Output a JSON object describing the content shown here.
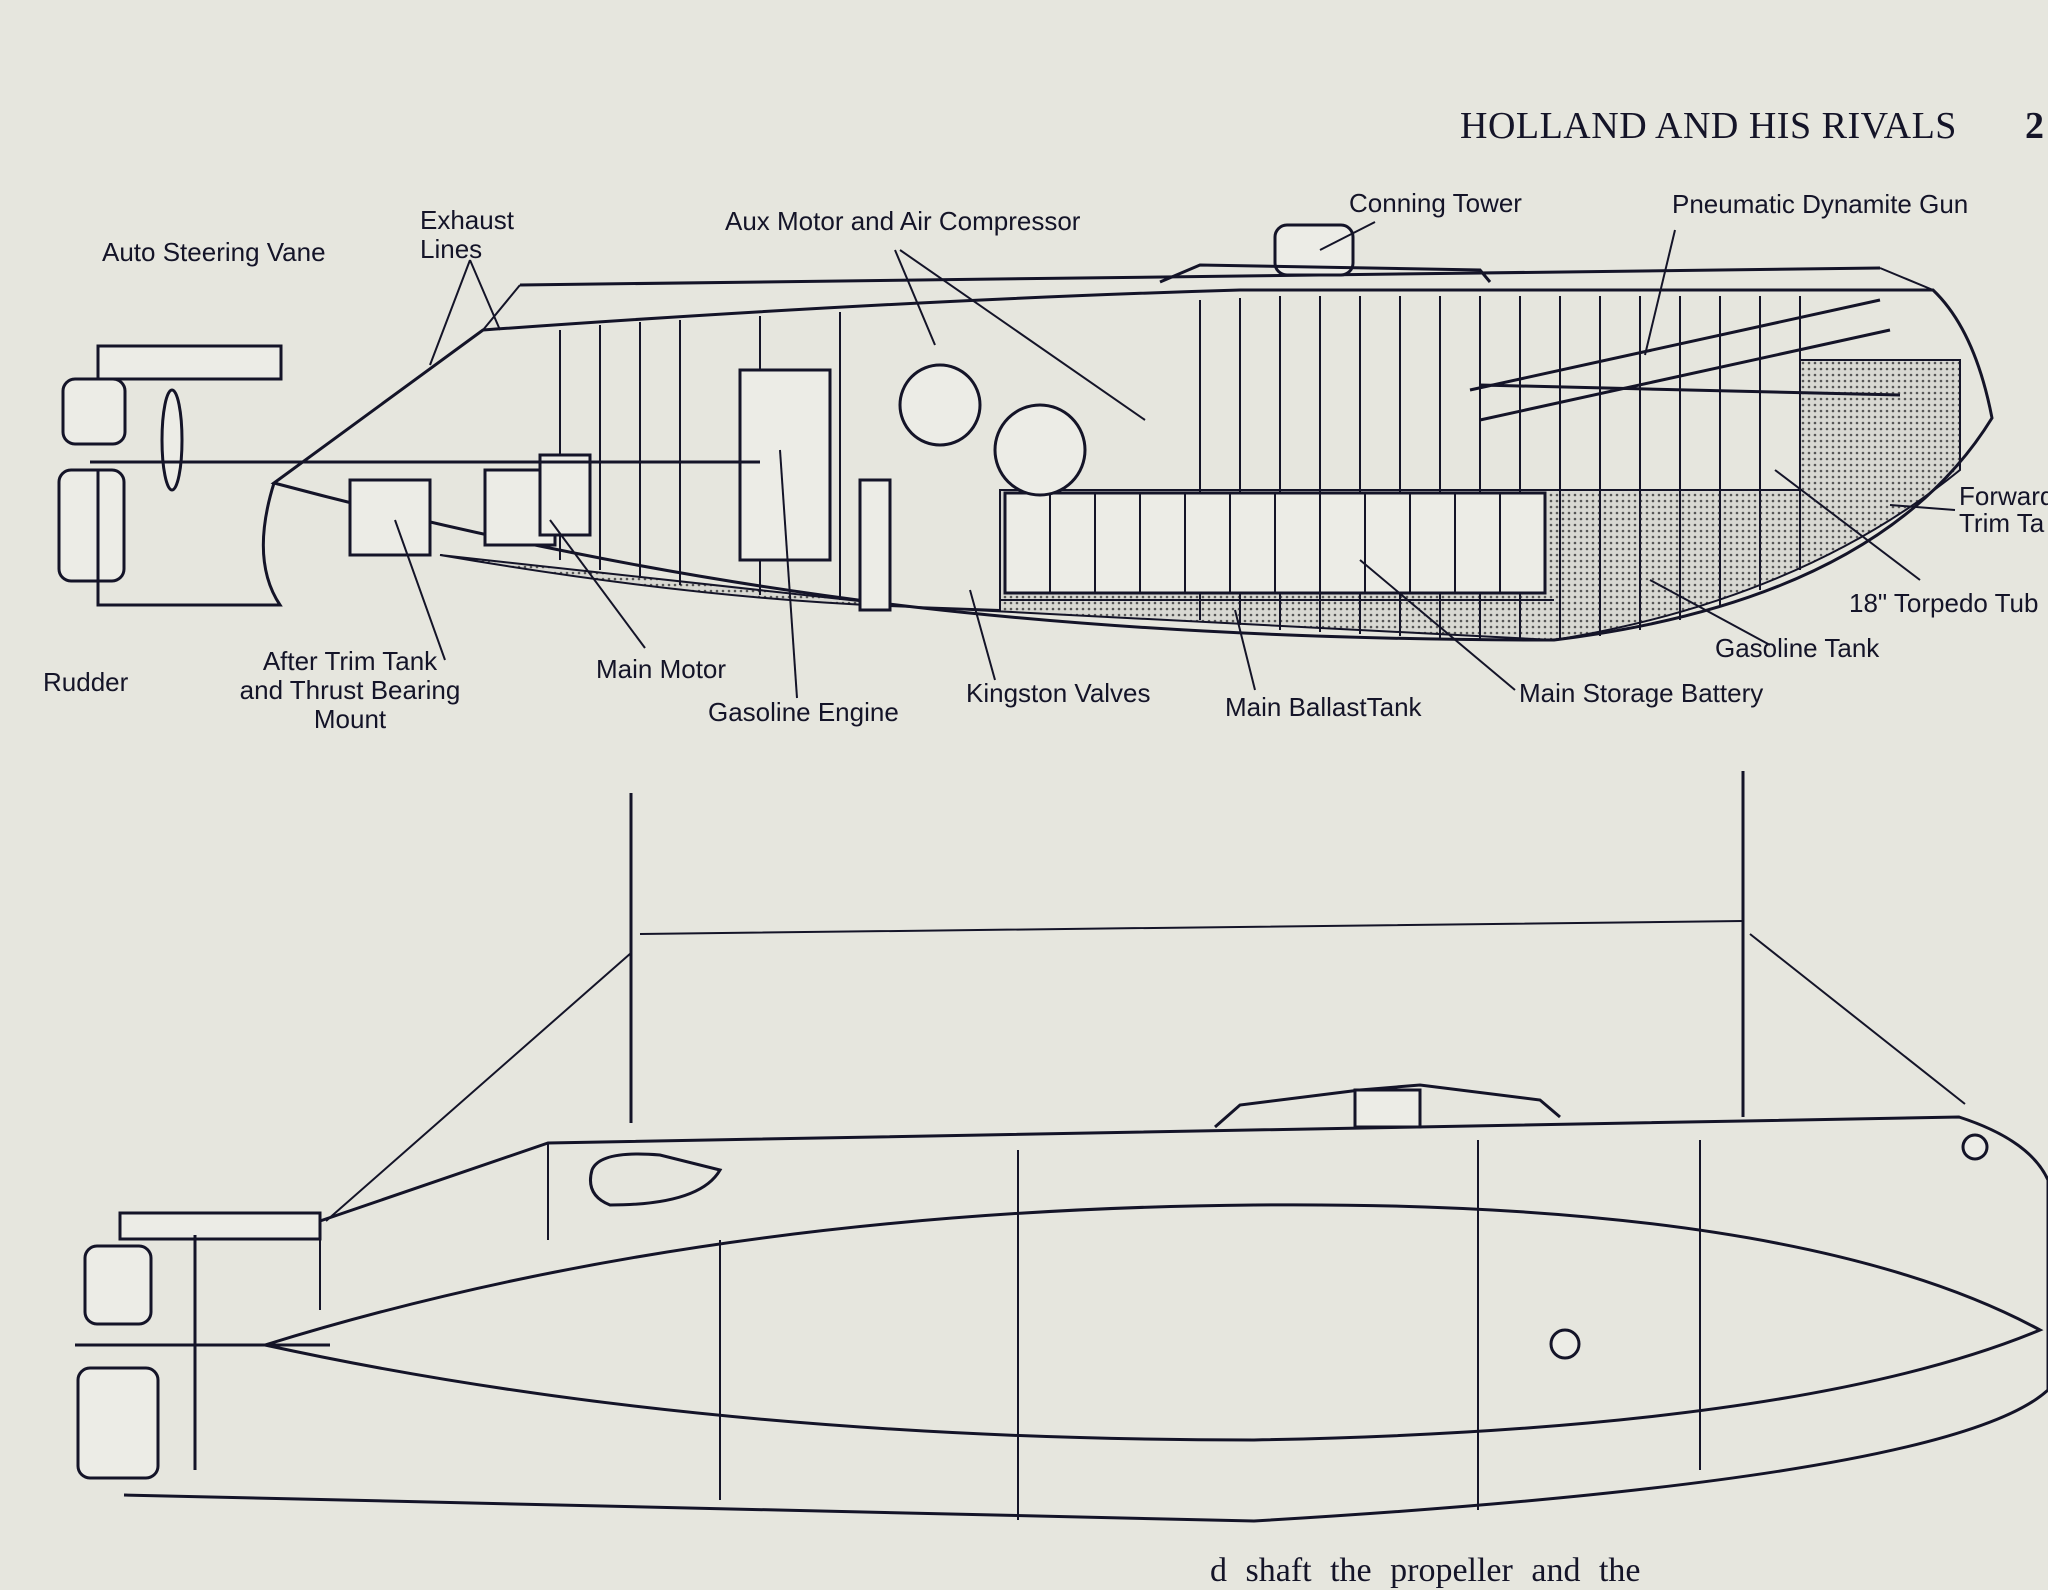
{
  "header": {
    "running_title": "HOLLAND AND HIS RIVALS",
    "page_number": "2"
  },
  "cutaway_labels": {
    "auto_steering_vane": "Auto Steering Vane",
    "exhaust_lines": [
      "Exhaust",
      "Lines"
    ],
    "aux_motor": "Aux Motor and Air Compressor",
    "conning_tower": "Conning Tower",
    "dynamite_gun": "Pneumatic Dynamite Gun",
    "forward_trim_tank": [
      "Forward",
      "Trim Ta"
    ],
    "torpedo_tube": "18\" Torpedo Tub",
    "gasoline_tank": "Gasoline Tank",
    "storage_battery": "Main Storage Battery",
    "ballast_tank": "Main BallastTank",
    "kingston_valves": "Kingston Valves",
    "gasoline_engine": "Gasoline Engine",
    "main_motor": "Main Motor",
    "after_trim_tank": [
      "After Trim Tank",
      "and Thrust Bearing",
      "Mount"
    ],
    "rudder": "Rudder"
  },
  "body_text": "d shaft the propeller and the"
}
